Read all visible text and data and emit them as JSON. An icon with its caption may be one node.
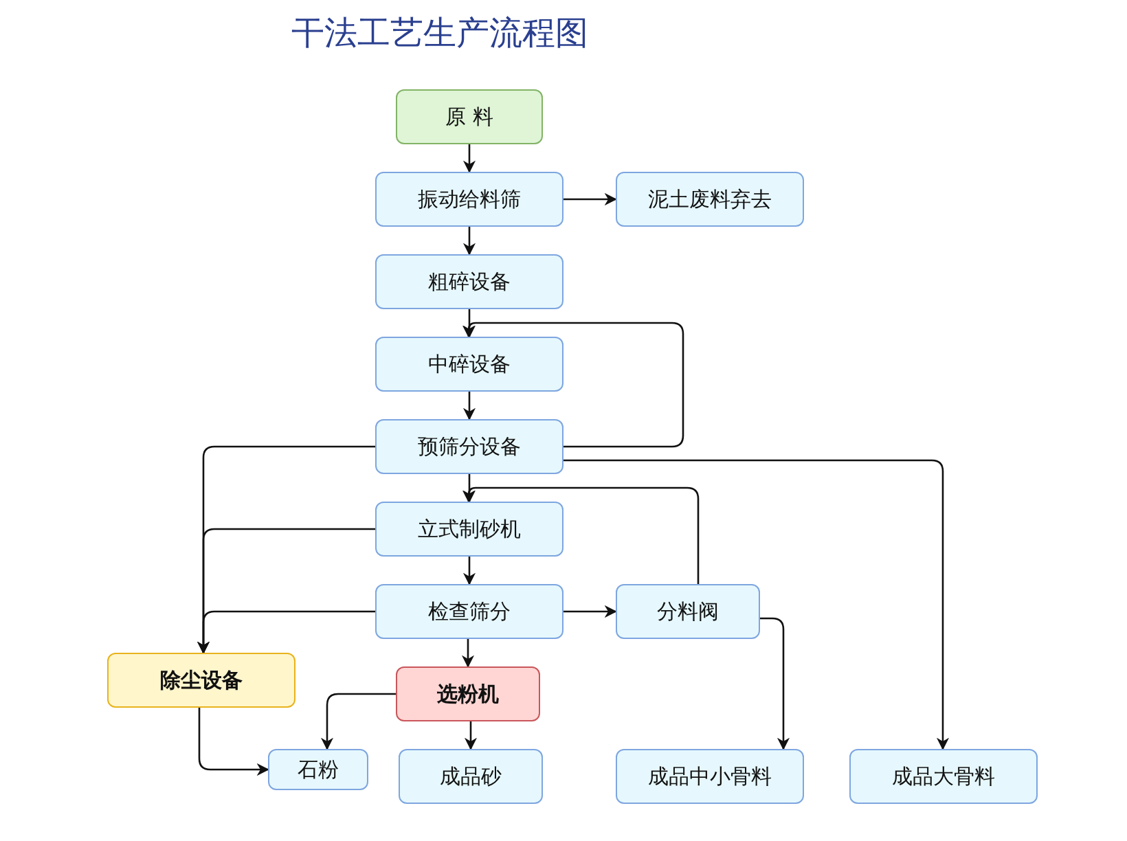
{
  "diagram": {
    "title": "干法工艺生产流程图",
    "nodes": [
      {
        "text": [
          "原 料"
        ]
      },
      {
        "text": [
          "振动给料筛"
        ]
      },
      {
        "text": [
          "泥土废料弃去"
        ]
      },
      {
        "text": [
          "粗碎设备"
        ]
      },
      {
        "text": [
          "中碎设备"
        ]
      },
      {
        "text": [
          "预筛分设备"
        ]
      },
      {
        "text": [
          "立式制砂机"
        ]
      },
      {
        "text": [
          "检查筛分"
        ]
      },
      {
        "text": [
          "分料阀"
        ]
      },
      {
        "text": [
          "除尘设备"
        ]
      },
      {
        "text": [
          "选粉机"
        ]
      },
      {
        "text": [
          "石粉"
        ]
      },
      {
        "text": [
          "成品砂"
        ]
      },
      {
        "text": [
          "成品中小骨料"
        ]
      },
      {
        "text": [
          "成品大骨料"
        ]
      }
    ],
    "edges": [
      {
        "from": 0,
        "to": 1,
        "arrow": "to"
      },
      {
        "from": 1,
        "to": 2,
        "arrow": "to"
      },
      {
        "from": 1,
        "to": 3,
        "arrow": "to"
      },
      {
        "from": 3,
        "to": 4,
        "arrow": "to"
      },
      {
        "from": 4,
        "to": 5,
        "arrow": "to"
      },
      {
        "from": 5,
        "to": 4,
        "arrow": "to"
      },
      {
        "from": 5,
        "to": 6,
        "arrow": "to"
      },
      {
        "from": 8,
        "to": 6,
        "arrow": "to"
      },
      {
        "from": 6,
        "to": 7,
        "arrow": "to"
      },
      {
        "from": 7,
        "to": 8,
        "arrow": "to"
      },
      {
        "from": 5,
        "to": 9,
        "arrow": "to"
      },
      {
        "from": 6,
        "to": 9,
        "arrow": "to"
      },
      {
        "from": 7,
        "to": 9,
        "arrow": "to"
      },
      {
        "from": 5,
        "to": 14,
        "arrow": "to"
      },
      {
        "from": 8,
        "to": 13,
        "arrow": "to"
      },
      {
        "from": 7,
        "to": 10,
        "arrow": "to"
      },
      {
        "from": 10,
        "to": 11,
        "arrow": "to"
      },
      {
        "from": 10,
        "to": 12,
        "arrow": "to"
      },
      {
        "from": 9,
        "to": 11,
        "arrow": "to"
      }
    ]
  }
}
